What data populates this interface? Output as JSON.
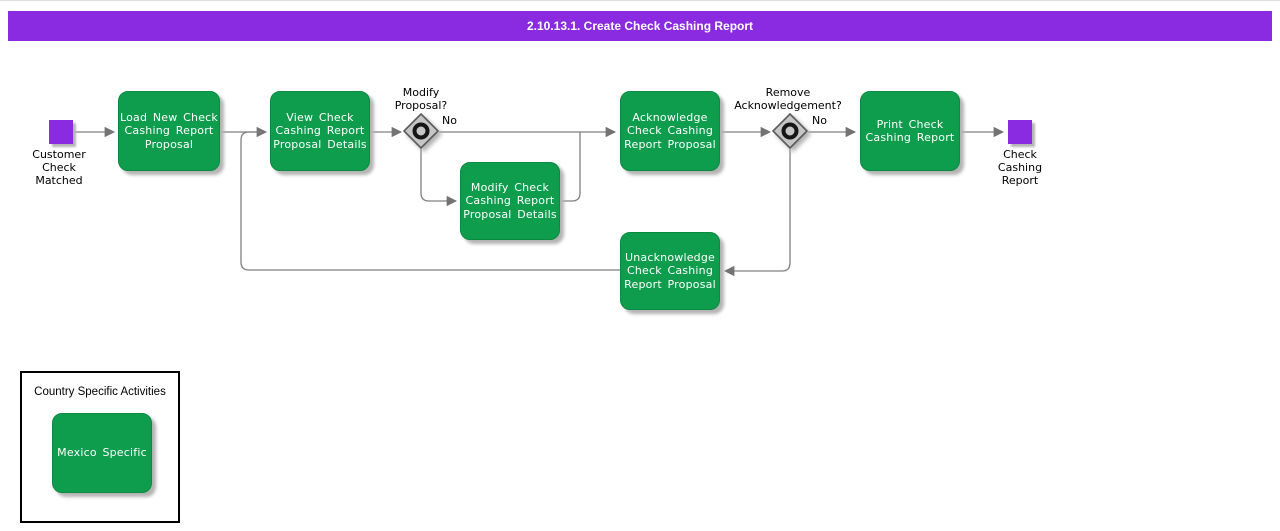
{
  "title": "2.10.13.1. Create Check Cashing Report",
  "colors": {
    "header_purple": "#8A2BE2",
    "event_purple": "#8A2BE2",
    "task_green": "#0E9C4D",
    "connector_gray": "#808080"
  },
  "flow": {
    "start_event": {
      "label": "Customer\nCheck\nMatched"
    },
    "end_event": {
      "label": "Check\nCashing\nReport"
    },
    "tasks": {
      "load": "Load New Check\nCashing Report\nProposal",
      "view": "View Check\nCashing Report\nProposal Details",
      "modify": "Modify Check\nCashing Report\nProposal Details",
      "acknowledge": "Acknowledge\nCheck Cashing\nReport Proposal",
      "print": "Print Check\nCashing Report",
      "unacknowledge": "Unacknowledge\nCheck Cashing\nReport Proposal"
    },
    "gateways": {
      "modify": {
        "question": "Modify\nProposal?",
        "branch_label": "No"
      },
      "remove": {
        "question": "Remove\nAcknowledgement?",
        "branch_label": "No"
      }
    }
  },
  "legend": {
    "title": "Country Specific Activities",
    "item": "Mexico Specific"
  }
}
